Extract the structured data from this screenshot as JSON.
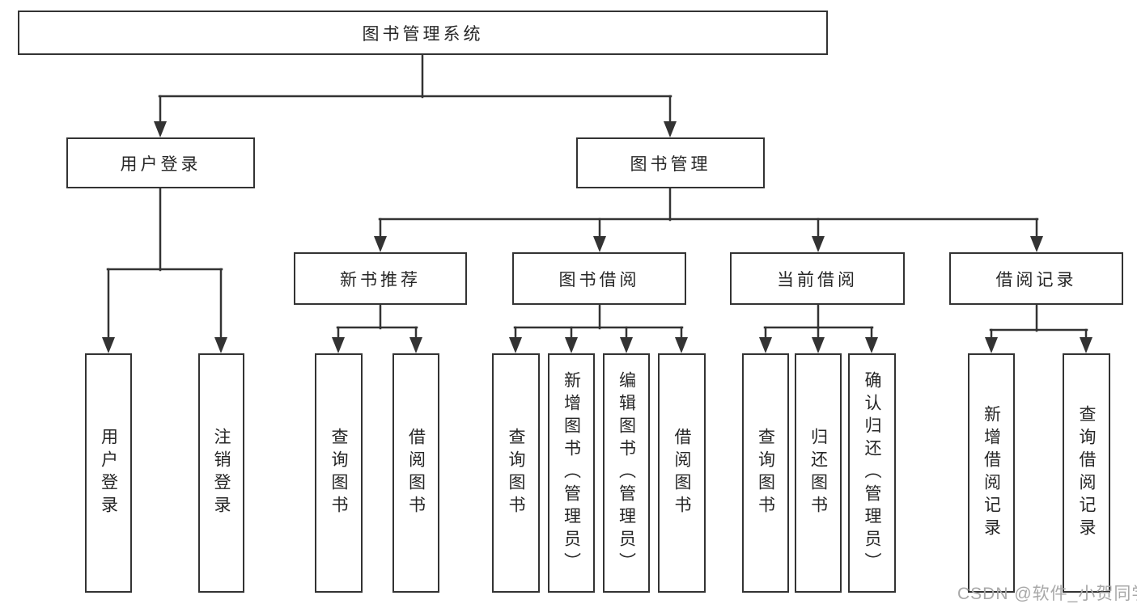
{
  "diagram_title": "图书管理系统",
  "watermark": "CSDN @软件_小贺同学",
  "colors": {
    "line": "#333333",
    "box_border": "#333333",
    "box_fill": "#ffffff",
    "text": "#262626",
    "watermark": "#a8a8a8",
    "background": "#ffffff"
  },
  "tree": {
    "label": "图书管理系统",
    "children": [
      {
        "label": "用户登录",
        "children": [
          {
            "label": "用户登录"
          },
          {
            "label": "注销登录"
          }
        ]
      },
      {
        "label": "图书管理",
        "children": [
          {
            "label": "新书推荐",
            "children": [
              {
                "label": "查询图书"
              },
              {
                "label": "借阅图书"
              }
            ]
          },
          {
            "label": "图书借阅",
            "children": [
              {
                "label": "查询图书"
              },
              {
                "label": "新增图书（管理员）"
              },
              {
                "label": "编辑图书（管理员）"
              },
              {
                "label": "借阅图书"
              }
            ]
          },
          {
            "label": "当前借阅",
            "children": [
              {
                "label": "查询图书"
              },
              {
                "label": "归还图书"
              },
              {
                "label": "确认归还（管理员）"
              }
            ]
          },
          {
            "label": "借阅记录",
            "children": [
              {
                "label": "新增借阅记录"
              },
              {
                "label": "查询借阅记录"
              }
            ]
          }
        ]
      }
    ]
  }
}
